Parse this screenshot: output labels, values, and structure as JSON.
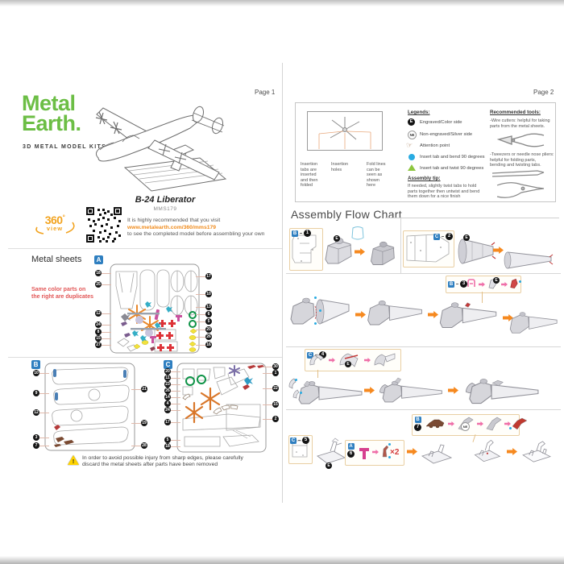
{
  "product": {
    "brand_line1": "Metal",
    "brand_line2": "Earth.",
    "tagline": "3D METAL MODEL KITS"
  },
  "page1": {
    "label": "Page 1",
    "model_title": "B-24 Liberator",
    "model_number": "MMS179",
    "badge_360": {
      "number": "360",
      "degree": "°",
      "word": "view"
    },
    "visit_note": {
      "line1": "It is highly recommended that you visit",
      "url": "www.metalearth.com/360/mms179",
      "line2": "to see the completed model before assembling your own"
    },
    "metal_sheets": {
      "heading": "Metal sheets",
      "duplicate_note_line1": "Same color parts on",
      "duplicate_note_line2": "the right are duplicates",
      "sheet_a": {
        "label": "A",
        "left_parts": [
          "18",
          "25",
          "12",
          "24",
          "8",
          "15",
          "27"
        ],
        "right_parts": [
          "17",
          "10",
          "13",
          "6",
          "5",
          "20",
          "26",
          "16"
        ]
      },
      "sheet_b": {
        "label": "B",
        "left_parts": [
          "10",
          "9",
          "12",
          "3",
          "7"
        ],
        "right_parts": [
          "21",
          "19",
          "28"
        ]
      },
      "sheet_c": {
        "label": "C",
        "left_parts": [
          "20",
          "11",
          "23",
          "26",
          "14",
          "4",
          "24",
          "17",
          "5",
          "18"
        ],
        "right_parts": [
          "30",
          "1",
          "22",
          "15",
          "2"
        ]
      }
    },
    "warning": {
      "symbol": "!",
      "line1": "In order to avoid possible injury from sharp edges, please carefully",
      "line2": "discard the metal sheets after parts have been removed"
    }
  },
  "page2": {
    "label": "Page 2",
    "howto": {
      "tabs_label": "Insertion tabs are inserted and then folded",
      "holes_label": "Insertion holes",
      "fold_label": "Fold lines can be seen as shown here"
    },
    "legends": {
      "heading": "Legends:",
      "engraved": {
        "symbol": "E",
        "label": "Engraved/Color side"
      },
      "non_engraved": {
        "symbol": "NE",
        "label": "Non-engraved/Silver side"
      },
      "attention": {
        "symbol": "☞",
        "label": "Attention point"
      },
      "bend": {
        "label": "Insert tab and bend 90 degrees"
      },
      "twist": {
        "label": "Insert tab and twist 90 degrees"
      }
    },
    "assembly_tip": {
      "heading": "Assembly tip:",
      "line1": "If needed, slightly twist tabs to hold",
      "line2": "parts together then untwist and bend",
      "line3": "them down for a nice finish"
    },
    "tools": {
      "heading": "Recommended tools:",
      "wire_line1": "-Wire cutters:  helpful for taking",
      "wire_line2": "parts from the metal sheets.",
      "tweezer_line1": "-Tweezers or needle nose pliers:",
      "tweezer_line2": "helpful for folding parts,",
      "tweezer_line3": "bending and twisting tabs."
    },
    "flow_chart": {
      "heading": "Assembly Flow Chart",
      "markers": {
        "engraved": "E",
        "non_engraved": "NE"
      },
      "steps": {
        "step1": {
          "sheet": "B",
          "part": "1"
        },
        "step2": {
          "sheet": "C",
          "part": "2"
        },
        "step3": {
          "sheet": "B",
          "part": "3"
        },
        "step4": {
          "sheet": "C",
          "part": "4"
        },
        "step5": {
          "sheet": "C",
          "part": "5"
        },
        "step6": {
          "sheet": "A",
          "part": "6",
          "qty": "×2"
        },
        "step7": {
          "sheet": "B",
          "part": "7"
        }
      }
    }
  },
  "colors": {
    "brand_green": "#6CBE45",
    "badge_orange": "#F2A31F",
    "url_orange": "#F08C1E",
    "duplicate_note_red": "#E25757",
    "sheet_label_blue": "#2F7FC0",
    "flow_arrow_orange": "#F6891F",
    "flow_arrow_pink": "#EF6FA8",
    "legend_dot_blue": "#29ABE2",
    "legend_triangle_green": "#8DC63F",
    "warning_yellow": "#FFD400",
    "ring_green": "#0E9347",
    "propeller_orange": "#E8872B",
    "part_yellow": "#F2E23C",
    "part_red": "#DD3338",
    "part_magenta": "#C9519E",
    "part_teal": "#35AEC6"
  }
}
